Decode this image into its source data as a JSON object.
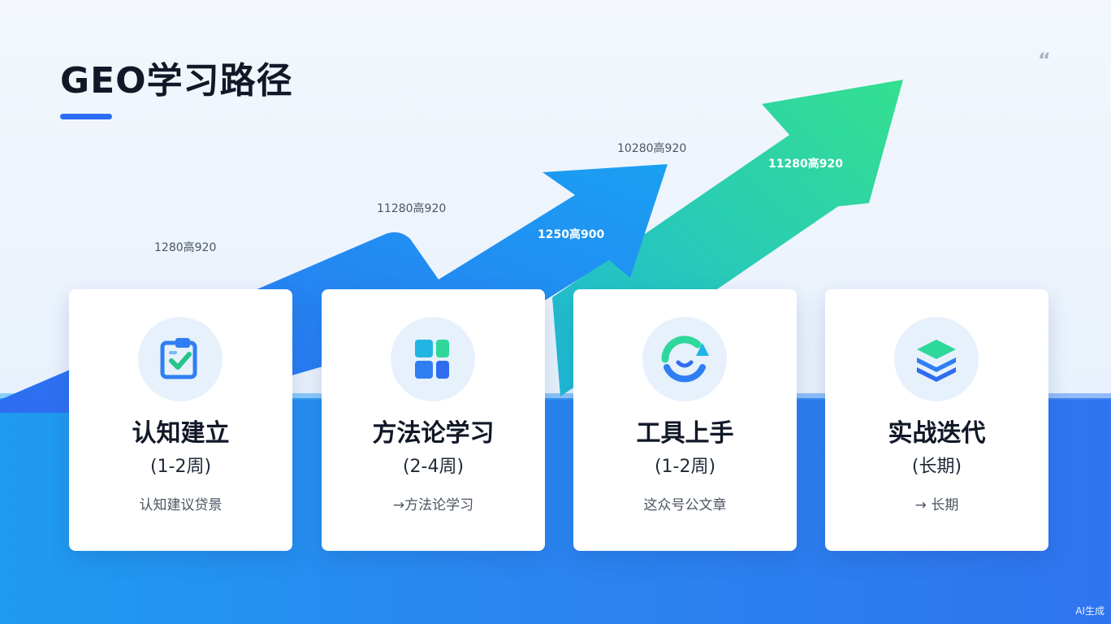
{
  "header": {
    "title": "GEO学习路径",
    "quote_mark": "“"
  },
  "progress_labels": [
    "1280高920",
    "11280高920",
    "10280高920",
    "1250高900",
    "11280高920"
  ],
  "steps": [
    {
      "icon": "checklist-icon",
      "title": "认知建立",
      "duration": "(1-2周)",
      "desc": "认知建议贷景"
    },
    {
      "icon": "blocks-icon",
      "title": "方法论学习",
      "duration": "(2-4周)",
      "desc": "→方法论学习"
    },
    {
      "icon": "gauge-icon",
      "title": "工具上手",
      "duration": "(1-2周)",
      "desc": "这众号公文章"
    },
    {
      "icon": "layers-icon",
      "title": "实战迭代",
      "duration": "(长期)",
      "desc": "→ 长期"
    }
  ],
  "footer": {
    "badge": "AI生成"
  },
  "colors": {
    "accent_blue": "#2a6df4",
    "arrow_blue": "#1e90f0",
    "arrow_green": "#2ed89a",
    "band_blue": "#2a86f0"
  }
}
